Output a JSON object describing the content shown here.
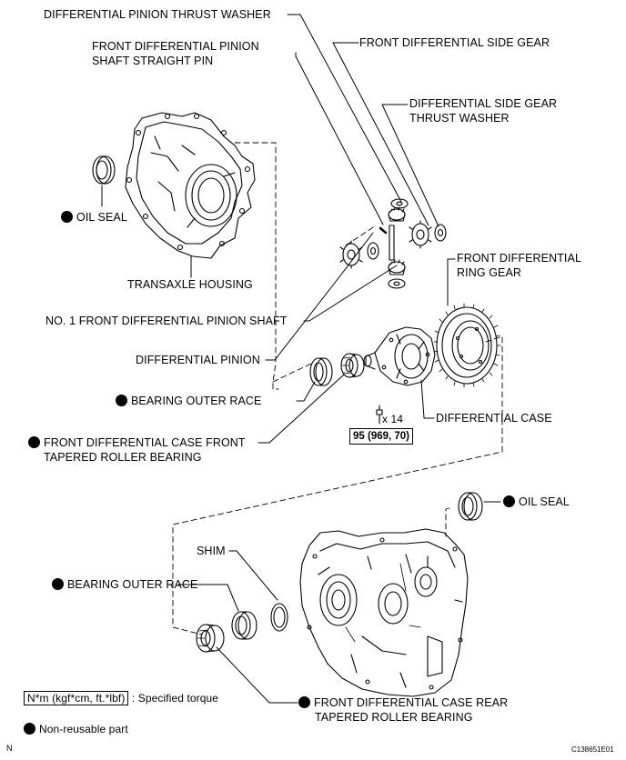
{
  "labels": {
    "diff_pinion_thrust_washer": "DIFFERENTIAL PINION THRUST WASHER",
    "front_diff_side_gear": "FRONT DIFFERENTIAL SIDE GEAR",
    "pinion_shaft_straight_pin_1": "FRONT DIFFERENTIAL PINION",
    "pinion_shaft_straight_pin_2": "SHAFT STRAIGHT PIN",
    "side_gear_thrust_washer_1": "DIFFERENTIAL SIDE GEAR",
    "side_gear_thrust_washer_2": "THRUST WASHER",
    "oil_seal_left": "OIL SEAL",
    "front_diff_ring_gear_1": "FRONT DIFFERENTIAL",
    "front_diff_ring_gear_2": "RING GEAR",
    "transaxle_housing": "TRANSAXLE HOUSING",
    "no1_pinion_shaft": "NO. 1 FRONT DIFFERENTIAL PINION SHAFT",
    "differential_pinion": "DIFFERENTIAL PINION",
    "bearing_outer_race_upper": "BEARING OUTER RACE",
    "quantity": "x 14",
    "differential_case": "DIFFERENTIAL CASE",
    "front_bearing_1": "FRONT DIFFERENTIAL CASE FRONT",
    "front_bearing_2": "TAPERED ROLLER BEARING",
    "torque_spec": "95 (969, 70)",
    "oil_seal_right": "OIL SEAL",
    "shim": "SHIM",
    "bearing_outer_race_lower": "BEARING OUTER RACE",
    "rear_bearing_1": "FRONT DIFFERENTIAL CASE REAR",
    "rear_bearing_2": "TAPERED ROLLER BEARING",
    "legend_torque_unit": "N*m (kgf*cm, ft.*lbf)",
    "legend_torque_text": ": Specified torque",
    "legend_nonreusable": "Non-reusable part",
    "corner_n": "N",
    "figure_id": "C138651E01"
  }
}
